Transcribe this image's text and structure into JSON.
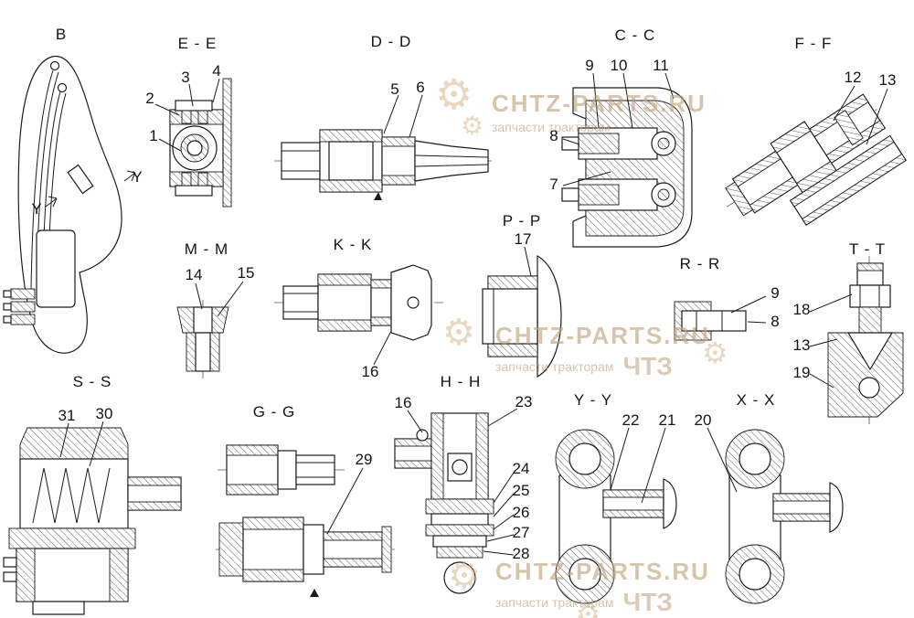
{
  "sections": {
    "b": "B",
    "ee": "E - E",
    "dd": "D - D",
    "cc": "C - C",
    "ff": "F - F",
    "mm": "M - M",
    "kk": "K - K",
    "pp": "P - P",
    "rr": "R - R",
    "tt": "T - T",
    "ss": "S - S",
    "gg": "G - G",
    "hh": "H - H",
    "yy": "Y - Y",
    "xx": "X - X"
  },
  "callouts": {
    "b": [
      "Y",
      "Y"
    ],
    "ee": [
      "2",
      "3",
      "4",
      "1"
    ],
    "dd": [
      "5",
      "6"
    ],
    "cc": [
      "9",
      "10",
      "11",
      "8",
      "7"
    ],
    "ff": [
      "12",
      "13"
    ],
    "mm": [
      "14",
      "15"
    ],
    "kk": [
      "16"
    ],
    "pp": [
      "17"
    ],
    "rr": [
      "9",
      "8"
    ],
    "tt": [
      "18",
      "13",
      "19"
    ],
    "ss": [
      "31",
      "30"
    ],
    "gg": [
      "29"
    ],
    "hh": [
      "16",
      "23",
      "24",
      "25",
      "26",
      "27",
      "28"
    ],
    "yy": [
      "22",
      "21"
    ],
    "xx": [
      "20"
    ]
  },
  "watermark": {
    "brand": "CHTZ-PARTS.RU",
    "tagline": "запчасти тракторам",
    "big": "ЧТЗ",
    "gear_glyph": "⚙",
    "color": "#cfae84"
  }
}
